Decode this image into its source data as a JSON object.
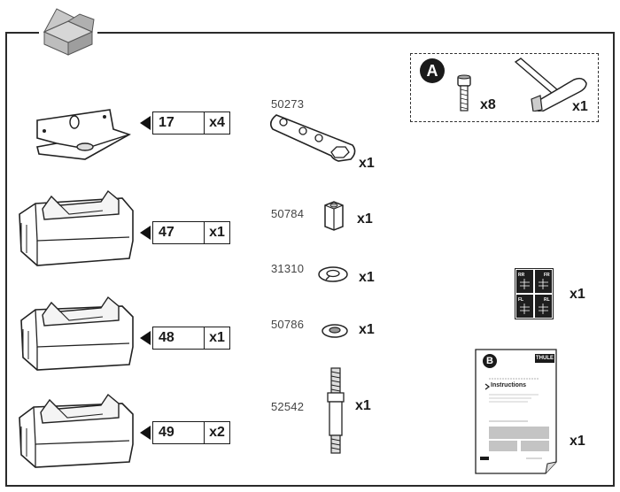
{
  "mounting_parts": [
    {
      "ref": "17",
      "qty": "x4"
    },
    {
      "ref": "47",
      "qty": "x1"
    },
    {
      "ref": "48",
      "qty": "x1"
    },
    {
      "ref": "49",
      "qty": "x2"
    }
  ],
  "parts": [
    {
      "part_no": "50273",
      "qty": "x1"
    },
    {
      "part_no": "50784",
      "qty": "x1"
    },
    {
      "part_no": "31310",
      "qty": "x1"
    },
    {
      "part_no": "50786",
      "qty": "x1"
    },
    {
      "part_no": "52542",
      "qty": "x1"
    }
  ],
  "kit_a": {
    "badge": "A",
    "screw_qty": "x8",
    "key_qty": "x1"
  },
  "stickers": {
    "qty": "x1",
    "labels": [
      "RR",
      "FR",
      "FL",
      "RL"
    ]
  },
  "instructions": {
    "badge": "B",
    "brand": "THULE",
    "title": "Instructions",
    "qty": "x1"
  }
}
